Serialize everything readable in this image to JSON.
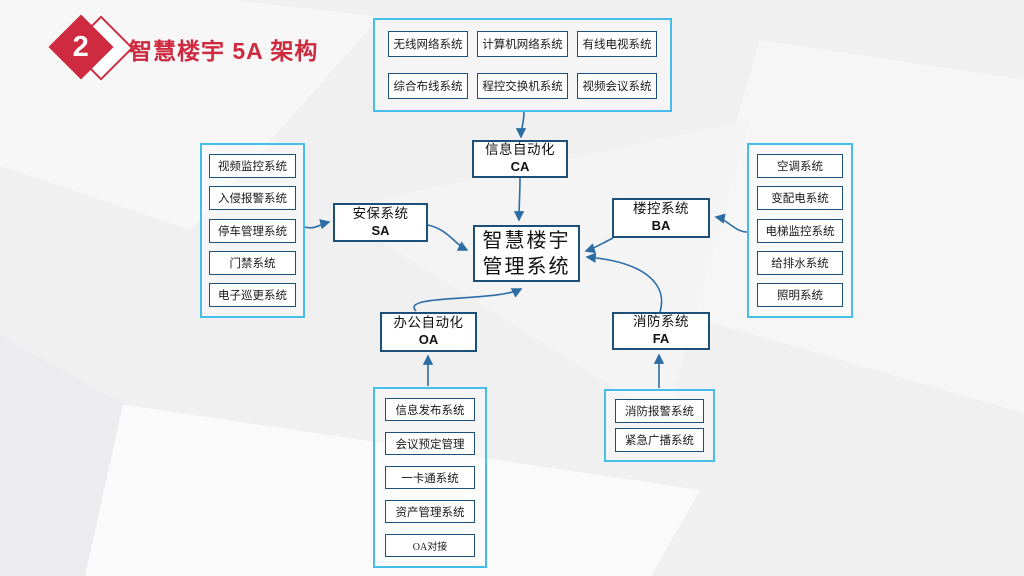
{
  "slide": {
    "badge_number": "2",
    "title": "智慧楼宇 5A 架构"
  },
  "colors": {
    "accent_red": "#ce2b41",
    "node_border": "#1d5078",
    "container_border": "#45beea",
    "arrow": "#2c6da6",
    "background": "#f0f0f1"
  },
  "center_node": {
    "line1": "智慧楼宇",
    "line2": "管理系统"
  },
  "hubs": {
    "ca": {
      "name": "信息自动化",
      "code": "CA"
    },
    "sa": {
      "name": "安保系统",
      "code": "SA"
    },
    "ba": {
      "name": "楼控系统",
      "code": "BA"
    },
    "oa": {
      "name": "办公自动化",
      "code": "OA"
    },
    "fa": {
      "name": "消防系统",
      "code": "FA"
    }
  },
  "groups": {
    "information": {
      "items": [
        "无线网络系统",
        "计算机网络系统",
        "有线电视系统",
        "综合布线系统",
        "程控交换机系统",
        "视频会议系统"
      ]
    },
    "security": {
      "items": [
        "视频监控系统",
        "入侵报警系统",
        "停车管理系统",
        "门禁系统",
        "电子巡更系统"
      ]
    },
    "building": {
      "items": [
        "空调系统",
        "变配电系统",
        "电梯监控系统",
        "给排水系统",
        "照明系统"
      ]
    },
    "office": {
      "items": [
        "信息发布系统",
        "会议预定管理",
        "一卡通系统",
        "资产管理系统",
        "OA对接"
      ]
    },
    "fire": {
      "items": [
        "消防报警系统",
        "紧急广播系统"
      ]
    }
  },
  "connections": [
    {
      "from": "information-group",
      "to": "CA"
    },
    {
      "from": "CA",
      "to": "center"
    },
    {
      "from": "security-group",
      "to": "SA"
    },
    {
      "from": "SA",
      "to": "center"
    },
    {
      "from": "building-group",
      "to": "BA"
    },
    {
      "from": "BA",
      "to": "center"
    },
    {
      "from": "FA",
      "to": "center"
    },
    {
      "from": "OA",
      "to": "center"
    },
    {
      "from": "office-group",
      "to": "OA"
    },
    {
      "from": "fire-group",
      "to": "FA"
    }
  ]
}
